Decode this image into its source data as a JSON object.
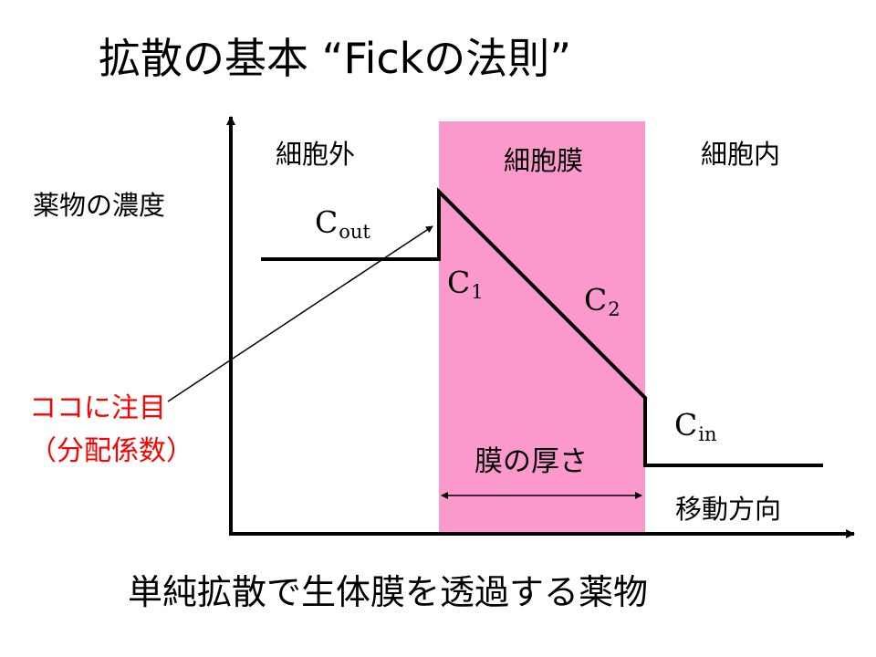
{
  "title": "拡散の基本 “Fickの法則”",
  "regions": {
    "outside": "細胞外",
    "membrane": "細胞膜",
    "inside": "細胞内"
  },
  "axes": {
    "y_label": "薬物の濃度",
    "x_label": "移動方向"
  },
  "concentrations": {
    "c_out": {
      "base": "C",
      "sub": "out"
    },
    "c1": {
      "base": "C",
      "sub": "1"
    },
    "c2": {
      "base": "C",
      "sub": "2"
    },
    "c_in": {
      "base": "C",
      "sub": "in"
    }
  },
  "membrane_thickness_label": "膜の厚さ",
  "note": {
    "line1": "ココに注目",
    "line2": "（分配係数）"
  },
  "caption": "単純拡散で生体膜を透過する薬物",
  "colors": {
    "membrane_fill": "#fc99cc",
    "note_text": "#ff0000",
    "lines": "#000000"
  }
}
